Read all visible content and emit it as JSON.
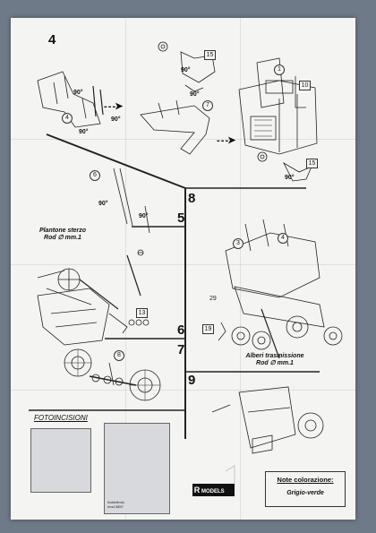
{
  "steps": {
    "s4": "4",
    "s5": "5",
    "s6": "6",
    "s7": "7",
    "s8": "8",
    "s9": "9"
  },
  "parts": {
    "p1": "1",
    "p3": "3",
    "p4a": "4",
    "p4b": "4",
    "p6": "6",
    "p7": "7",
    "p8": "8",
    "p10": "10",
    "p13": "13",
    "p15a": "15",
    "p15b": "15",
    "p19": "19",
    "p29": "29"
  },
  "angles": [
    "90°",
    "90°",
    "90°",
    "90°",
    "90°",
    "90°",
    "90°",
    "90°"
  ],
  "captions": {
    "steering": "Plantone sterzo\nRod ∅ mm.1",
    "shafts": "Alberi trasmissione\nRod ∅ mm.1"
  },
  "photoetch": {
    "title": "FOTOINCISIONI",
    "fret_label": "Autoblindo\nmod.3857"
  },
  "brand": {
    "mark": "R",
    "name": "MODELS"
  },
  "colour_note": {
    "title": "Note colorazione:",
    "value": "Grigio-verde"
  },
  "colors": {
    "sheet": "#f4f4f2",
    "background": "#6f7a88",
    "ink": "#111111"
  }
}
